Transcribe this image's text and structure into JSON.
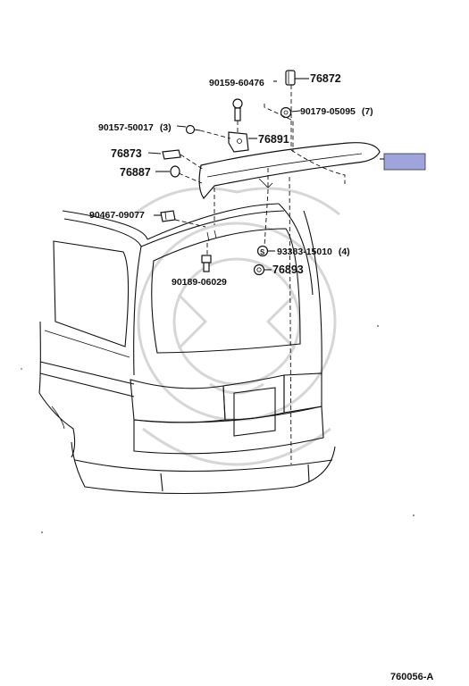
{
  "figure_code": "760056-A",
  "highlight_color": "#9fa4dc",
  "parts": [
    {
      "id": "p1",
      "number": "90159-60476",
      "icon": "bolt-icon"
    },
    {
      "id": "p2",
      "number": "76872",
      "icon": "cap-plug-icon"
    },
    {
      "id": "p3",
      "number": "90157-50017",
      "qty": "(3)",
      "icon": "screw-icon"
    },
    {
      "id": "p4",
      "number": "90179-05095",
      "qty": "(7)",
      "icon": "nut-icon"
    },
    {
      "id": "p5",
      "number": "76891",
      "icon": "bracket-icon"
    },
    {
      "id": "p6",
      "number": "76873",
      "icon": "pad-icon"
    },
    {
      "id": "p7",
      "number": "76887",
      "icon": "grommet-icon"
    },
    {
      "id": "p8",
      "number": "90467-09077",
      "icon": "clip-icon"
    },
    {
      "id": "p9",
      "number": "93383-15010",
      "qty": "(4)",
      "icon": "stud-icon"
    },
    {
      "id": "p10",
      "number": "76893",
      "icon": "washer-nut-icon"
    },
    {
      "id": "p11",
      "number": "90189-06029",
      "icon": "bolt-icon"
    }
  ]
}
